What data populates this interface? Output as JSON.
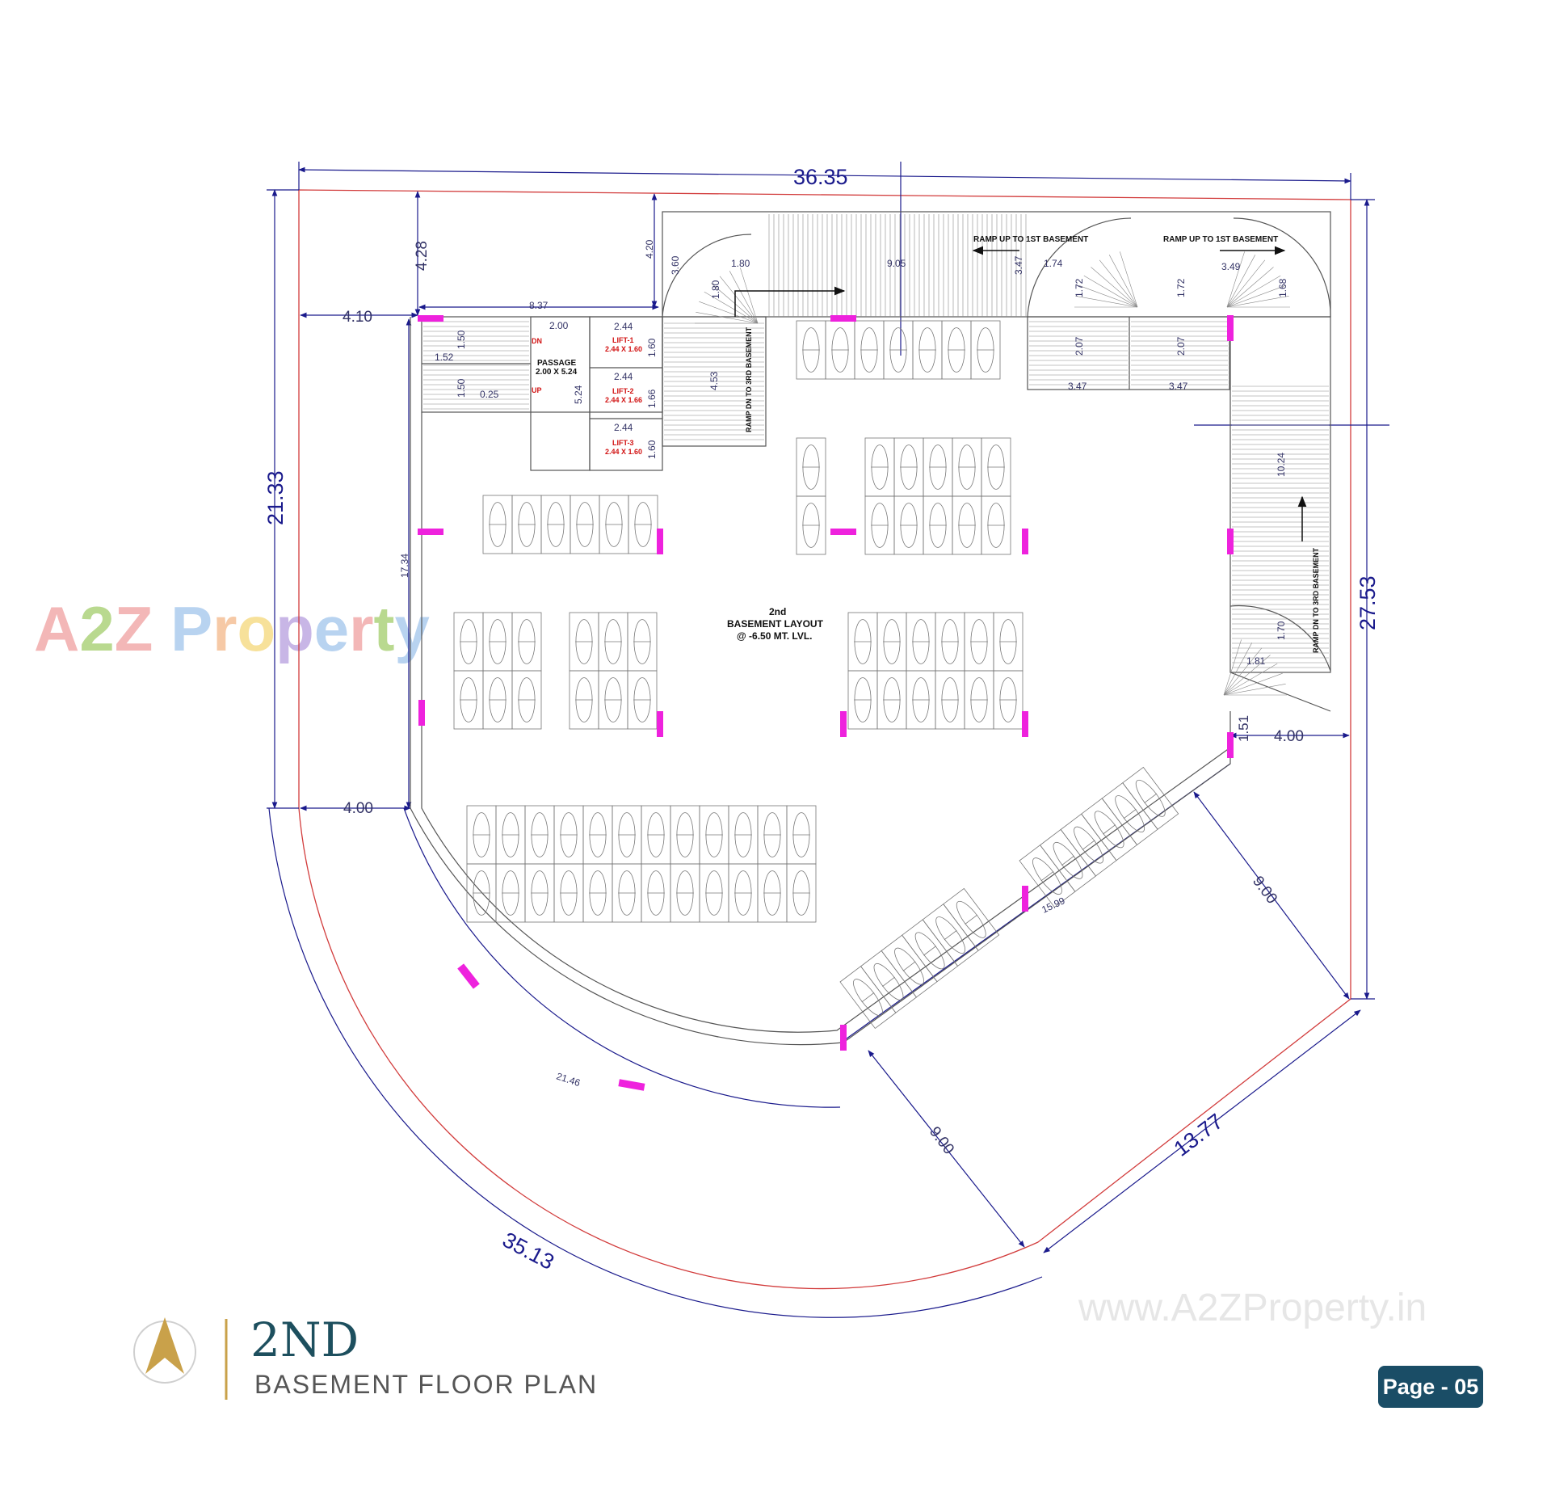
{
  "dimensions": {
    "top_width": "36.35",
    "left_height": "21.33",
    "right_height": "27.53",
    "top_left_offset": "4.28",
    "left_offset": "4.10",
    "left_lower_offset": "4.00",
    "right_lower_offset": "4.00",
    "diag_front": "13.77",
    "arc_outer": "35.13",
    "setback_upper": "9.00",
    "setback_lower": "9.00",
    "inner_arc": "21.46",
    "inner_diag": "15.99",
    "inner_left": "17.34",
    "core_width": "8.37",
    "ramp_depth": "4.20",
    "small_151": "1.51",
    "ramp_360": "3.60",
    "ramp_180a": "1.80",
    "ramp_180b": "1.80",
    "ramp_453": "4.53",
    "ramp_905": "9.05",
    "ramp_347a": "3.47",
    "ramp_174": "1.74",
    "ramp_172a": "1.72",
    "ramp_207a": "2.07",
    "ramp_347b": "3.47",
    "ramp_347c": "3.47",
    "ramp_349": "3.49",
    "ramp_172b": "1.72",
    "ramp_168": "1.68",
    "ramp_207b": "2.07",
    "ramp_1024": "10.24",
    "ramp_170": "1.70",
    "ramp_181": "1.81",
    "stair_200": "2.00",
    "stair_150a": "1.50",
    "stair_152": "1.52",
    "stair_150b": "1.50",
    "stair_025": "0.25",
    "pass_524": "5.24",
    "lift_w1": "2.44",
    "lift_h1": "1.60",
    "lift_w2": "2.44",
    "lift_h2": "1.66",
    "lift_w3": "2.44",
    "lift_h3": "1.60"
  },
  "labels": {
    "ramp_up_1": "RAMP UP TO 1ST BASEMENT",
    "ramp_up_2": "RAMP UP TO 1ST BASEMENT",
    "ramp_dn_1": "RAMP DN TO 3RD BASEMENT",
    "ramp_dn_2": "RAMP DN TO 3RD BASEMENT",
    "passage_1": "PASSAGE",
    "passage_2": "2.00 X 5.24",
    "dn": "DN",
    "up": "UP",
    "lift1_name": "LIFT-1",
    "lift1_size": "2.44 X 1.60",
    "lift2_name": "LIFT-2",
    "lift2_size": "2.44 X 1.66",
    "lift3_name": "LIFT-3",
    "lift3_size": "2.44 X 1.60",
    "layout_1": "2nd",
    "layout_2": "BASEMENT LAYOUT",
    "layout_3": "@ -6.50 MT. LVL."
  },
  "watermark": {
    "letters": [
      "A",
      "2",
      "Z",
      " ",
      "P",
      "r",
      "o",
      "p",
      "e",
      "r",
      "t",
      "y"
    ],
    "colors": [
      "#f3b7b7",
      "#b9d98f",
      "#f3b7b7",
      "#ffffff",
      "#b8d3f0",
      "#f6c9a6",
      "#f7e19a",
      "#c8b6e6",
      "#b8d3f0",
      "#f3b7b7",
      "#b9d98f",
      "#b8d3f0"
    ],
    "site": "www.A2ZProperty.in"
  },
  "footer": {
    "title": "2ND",
    "subtitle": "BASEMENT FLOOR PLAN",
    "page": "Page - 05"
  },
  "colors": {
    "dimension": "#1a1a8c",
    "plot_line": "#d23c3c",
    "structure": "#555555",
    "column": "#ee22dd",
    "brand": "#1a4d66",
    "gold": "#c9a14a"
  },
  "icons": {
    "logo": "compass-arrow-logo"
  }
}
